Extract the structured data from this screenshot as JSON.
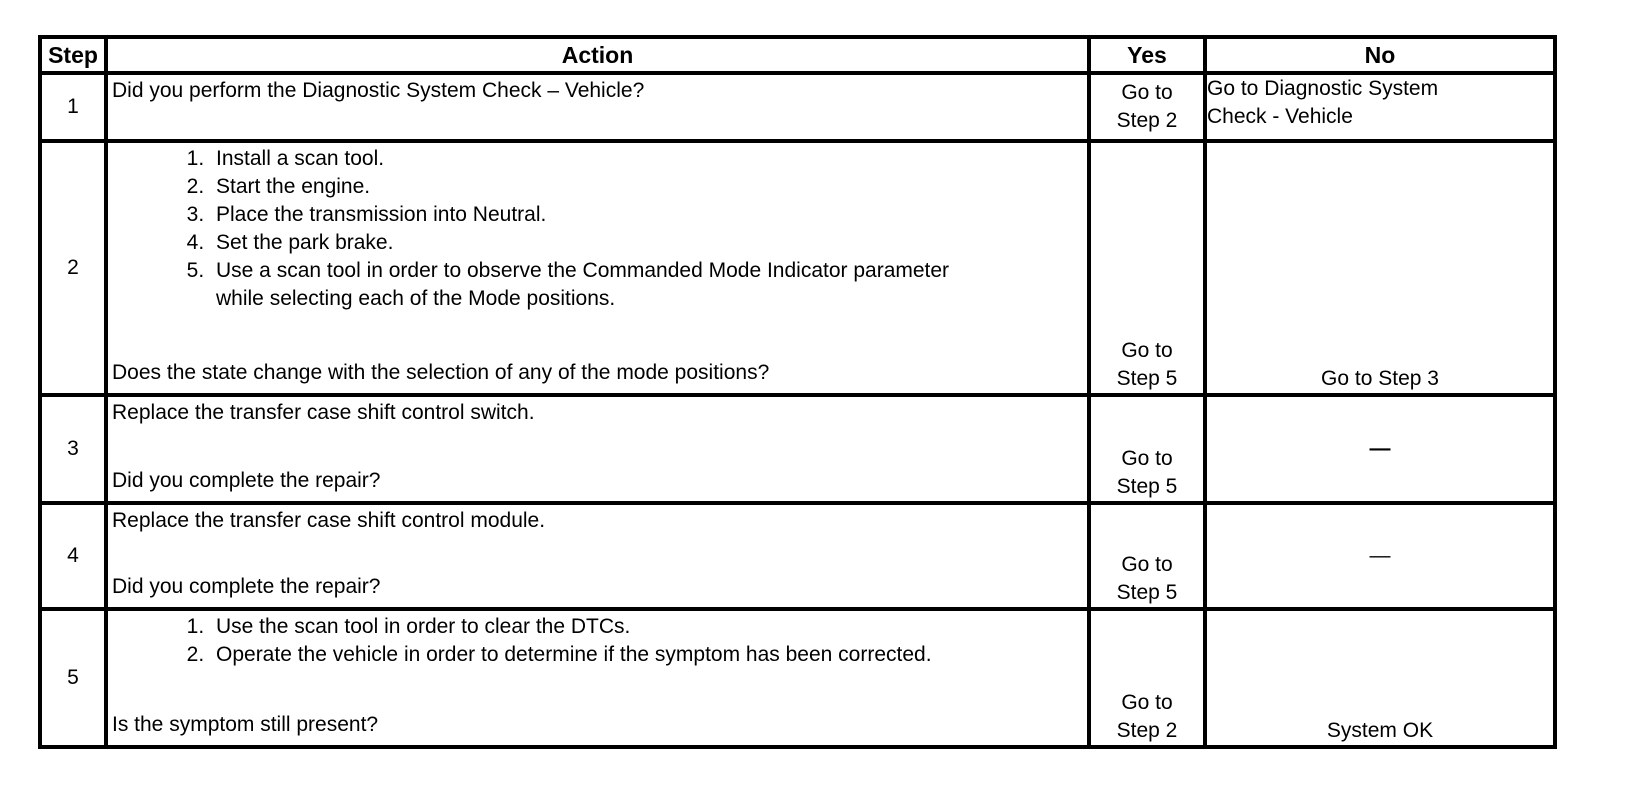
{
  "table": {
    "headers": {
      "step": "Step",
      "action": "Action",
      "yes": "Yes",
      "no": "No"
    },
    "rows": [
      {
        "step": "1",
        "action_main": "Did you perform the Diagnostic System Check – Vehicle?",
        "yes": "Go to\nStep 2",
        "no": "Go to Diagnostic System\nCheck - Vehicle"
      },
      {
        "step": "2",
        "action_list": [
          "Install a scan tool.",
          "Start the engine.",
          "Place the transmission into Neutral.",
          "Set the park brake.",
          "Use a scan tool in order to observe the Commanded Mode Indicator parameter\nwhile selecting each of the Mode positions."
        ],
        "action_question": "Does the state change with the selection of any of the mode positions?",
        "yes": "Go to\nStep 5",
        "no": "Go to Step 3"
      },
      {
        "step": "3",
        "action_main": "Replace the transfer case shift control switch.",
        "action_question": "Did you complete the repair?",
        "yes": "Go to\nStep 5",
        "no": "—"
      },
      {
        "step": "4",
        "action_main": "Replace the transfer case shift control module.",
        "action_question": "Did you complete the repair?",
        "yes": "Go to\nStep 5",
        "no": "—"
      },
      {
        "step": "5",
        "action_list": [
          "Use the scan tool in order to clear the DTCs.",
          "Operate the vehicle in order to determine if the symptom has been corrected."
        ],
        "action_question": "Is the symptom still present?",
        "yes": "Go to\nStep 2",
        "no": "System OK"
      }
    ]
  }
}
